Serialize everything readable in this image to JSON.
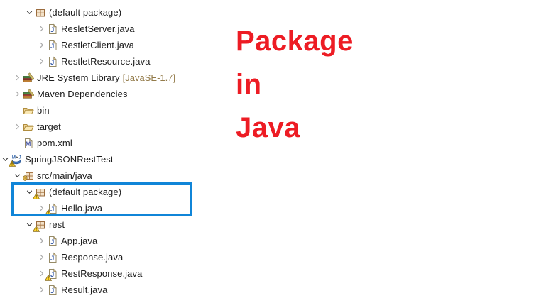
{
  "annotation": {
    "lines": [
      "Package",
      "in",
      "Java"
    ],
    "color": "#ED1C24"
  },
  "highlight_box": {
    "color": "#1085D8",
    "encloses": [
      "(default package)",
      "Hello.java"
    ]
  },
  "explorer": {
    "suffix_color": "#937B4A",
    "rows": [
      {
        "label": "(default package)",
        "level": 2,
        "state": "expanded",
        "icon": "package",
        "warning": false
      },
      {
        "label": "ResletServer.java",
        "level": 3,
        "state": "collapsed",
        "icon": "java-file",
        "warning": false
      },
      {
        "label": "RestletClient.java",
        "level": 3,
        "state": "collapsed",
        "icon": "java-file",
        "warning": false
      },
      {
        "label": "RestletResource.java",
        "level": 3,
        "state": "collapsed",
        "icon": "java-file",
        "warning": false
      },
      {
        "label": "JRE System Library",
        "suffix": "[JavaSE-1.7]",
        "level": 1,
        "state": "collapsed",
        "icon": "library",
        "warning": false
      },
      {
        "label": "Maven Dependencies",
        "level": 1,
        "state": "collapsed",
        "icon": "library",
        "warning": false
      },
      {
        "label": "bin",
        "level": 1,
        "state": "none",
        "icon": "folder",
        "warning": false
      },
      {
        "label": "target",
        "level": 1,
        "state": "collapsed",
        "icon": "folder",
        "warning": false
      },
      {
        "label": "pom.xml",
        "level": 1,
        "state": "none",
        "icon": "pom-file",
        "warning": false
      },
      {
        "label": "SpringJSONRestTest",
        "level": 0,
        "state": "expanded",
        "icon": "maven-project",
        "warning": true
      },
      {
        "label": "src/main/java",
        "level": 1,
        "state": "expanded",
        "icon": "src-folder",
        "warning": false
      },
      {
        "label": "(default package)",
        "level": 2,
        "state": "expanded",
        "icon": "package",
        "warning": true,
        "highlighted": true
      },
      {
        "label": "Hello.java",
        "level": 3,
        "state": "collapsed",
        "icon": "java-file",
        "warning": true,
        "highlighted": true
      },
      {
        "label": "rest",
        "level": 2,
        "state": "expanded",
        "icon": "package",
        "warning": true
      },
      {
        "label": "App.java",
        "level": 3,
        "state": "collapsed",
        "icon": "java-file",
        "warning": false
      },
      {
        "label": "Response.java",
        "level": 3,
        "state": "collapsed",
        "icon": "java-file",
        "warning": false
      },
      {
        "label": "RestResponse.java",
        "level": 3,
        "state": "collapsed",
        "icon": "java-file",
        "warning": true
      },
      {
        "label": "Result.java",
        "level": 3,
        "state": "collapsed",
        "icon": "java-file",
        "warning": false,
        "clipped": true
      }
    ]
  }
}
